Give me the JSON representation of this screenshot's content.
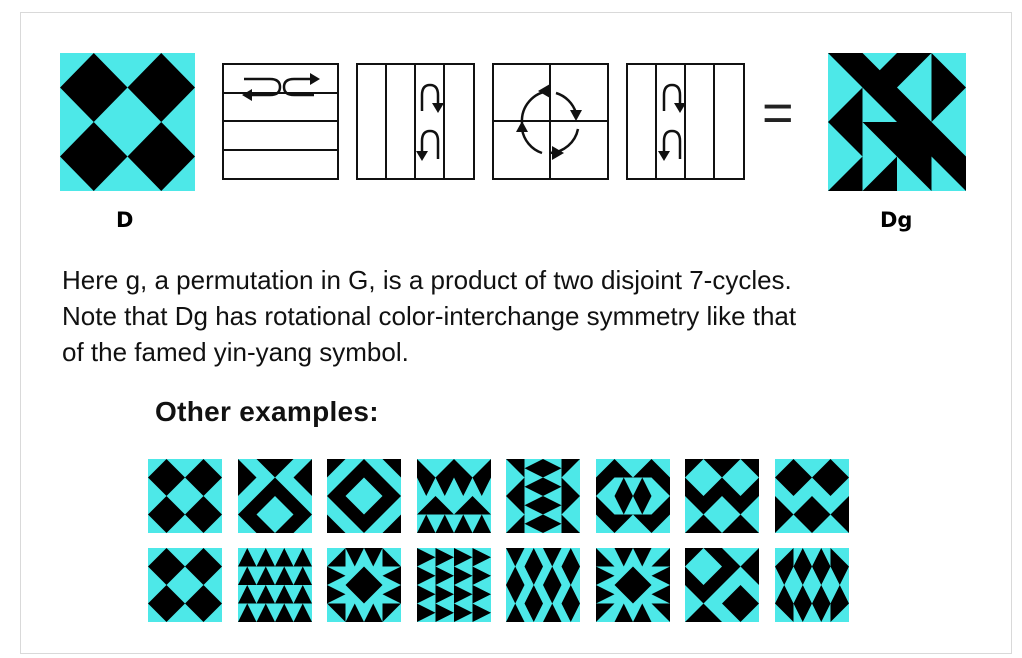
{
  "colors": {
    "cyan": "#4de8e8",
    "black": "#000000",
    "line": "#111111"
  },
  "labels": {
    "d": "D",
    "dg": "Dg"
  },
  "equals": "=",
  "description": {
    "line1": "Here g, a permutation in G, is a product of two disjoint 7-cycles.",
    "line2": "Note that Dg has rotational color-interchange symmetry like that",
    "line3": "of the famed yin-yang symbol."
  },
  "other_examples": {
    "heading": "Other examples:",
    "rows": 2,
    "per_row": 8,
    "count": 16
  }
}
